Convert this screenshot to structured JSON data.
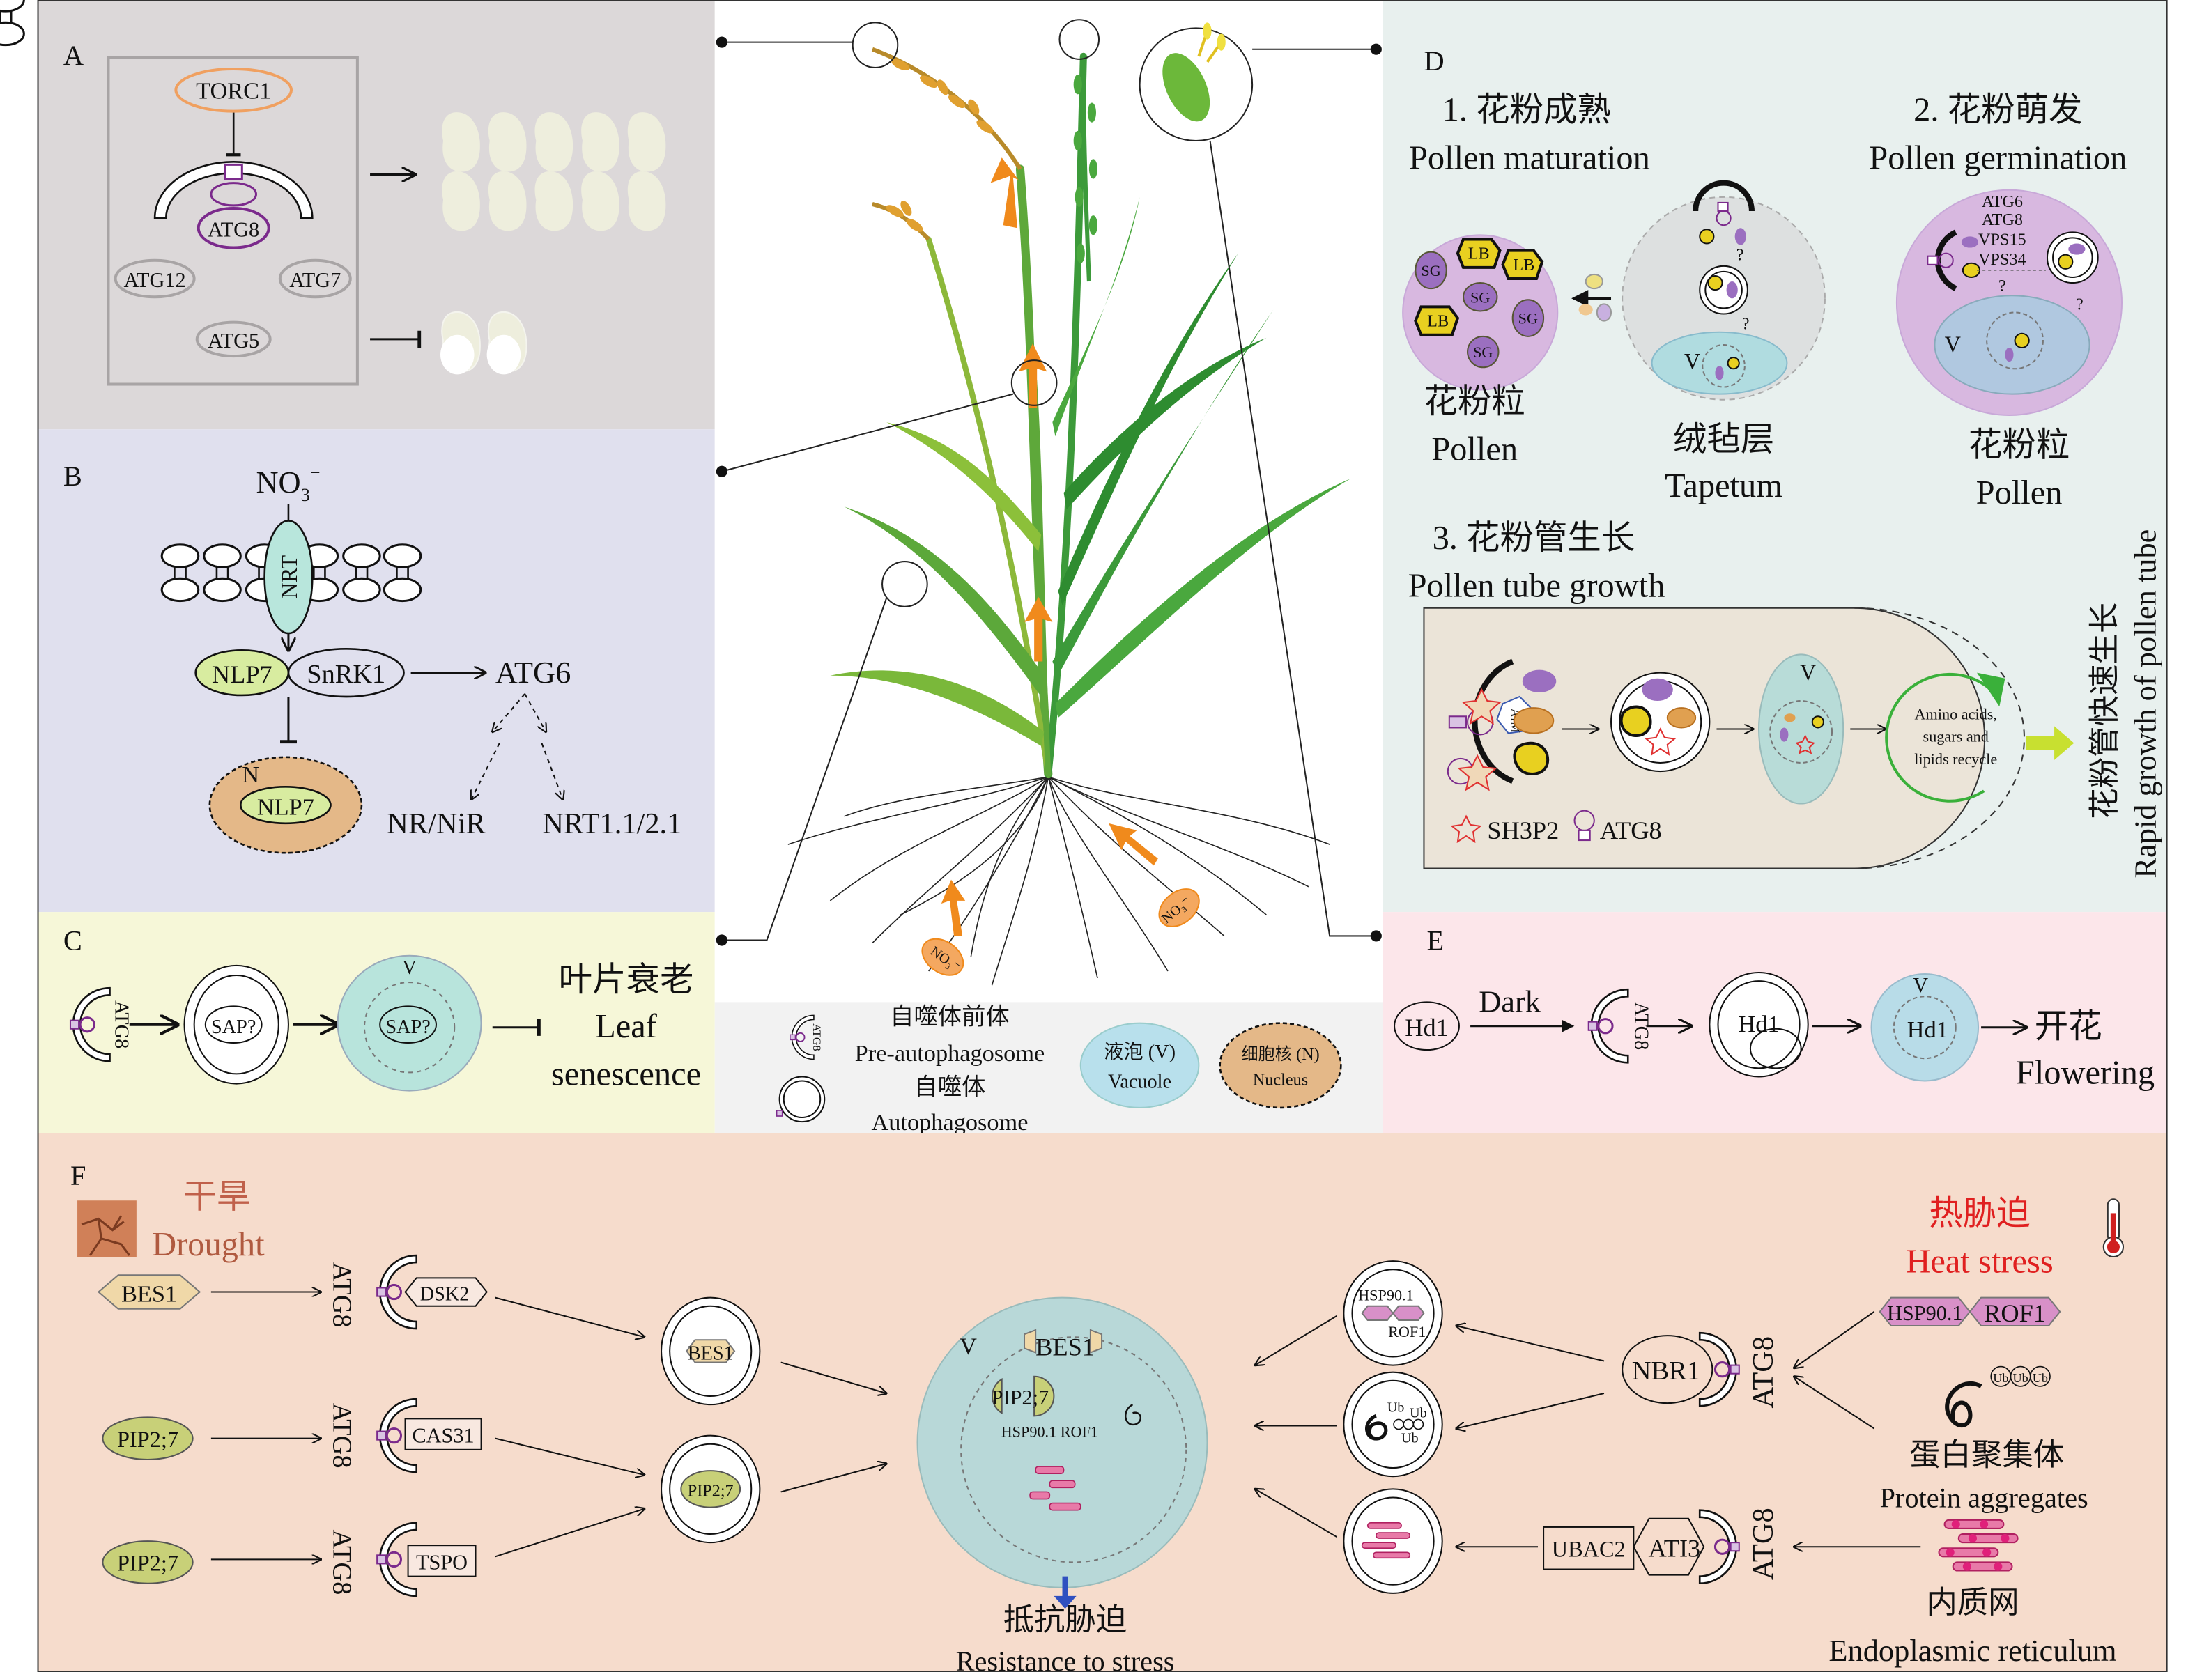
{
  "colors": {
    "panel_a_bg": "#dcd8d9",
    "panel_b_bg": "#e0e0ee",
    "panel_c_bg": "#f6f7d8",
    "panel_d_bg": "#e8f0ee",
    "panel_e_bg": "#fce6ea",
    "panel_f_bg": "#f6dccc",
    "legend_bg": "#f2f2f2",
    "vacuole": "#b8e0dc",
    "nucleus": "#e4b888",
    "atg8_purple": "#7b2a8c",
    "heat_red": "#e02020",
    "drought_brown": "#c0604a",
    "stem_arrow_orange": "#f08a1c",
    "plant_green": "#3c9a3a"
  },
  "panel_a": {
    "label": "A",
    "torc1": "TORC1",
    "atg8": "ATG8",
    "atg12": "ATG12",
    "atg7": "ATG7",
    "atg5": "ATG5",
    "icons": [
      "rice-grain-full-icon",
      "rice-grain-chalky-icon"
    ]
  },
  "panel_b": {
    "label": "B",
    "nitrate": "NO",
    "nitrate_sub": "3",
    "nitrate_sup": "−",
    "nrt": "NRT",
    "nlp7": "NLP7",
    "snrk1": "SnRK1",
    "atg6": "ATG6",
    "nucleus_label": "N",
    "nlp7_nuclear": "NLP7",
    "nr_nir": "NR/NiR",
    "nrt_targets": "NRT1.1/2.1"
  },
  "panel_c": {
    "label": "C",
    "atg8": "ATG8",
    "sap": "SAP?",
    "sap_vacuole": "SAP?",
    "vacuole": "V",
    "title_cn": "叶片衰老",
    "title_en_1": "Leaf",
    "title_en_2": "senescence"
  },
  "legend": {
    "atg8": "ATG8",
    "preautophagosome_cn": "自噬体前体",
    "preautophagosome_en": "Pre-autophagosome",
    "autophagosome_cn": "自噬体",
    "autophagosome_en": "Autophagosome",
    "vacuole_cn": "液泡 (V)",
    "vacuole_en": "Vacuole",
    "nucleus_cn": "细胞核 (N)",
    "nucleus_en": "Nucleus"
  },
  "plant": {
    "nitrate_1": "NO₃⁻",
    "nitrate_2": "NO₃⁻"
  },
  "panel_d": {
    "label": "D",
    "step1_cn": "1. 花粉成熟",
    "step1_en": "Pollen maturation",
    "step2_cn": "2. 花粉萌发",
    "step2_en": "Pollen germination",
    "step3_cn": "3. 花粉管生长",
    "step3_en": "Pollen tube growth",
    "lb": "LB",
    "sg": "SG",
    "question": "?",
    "vacuole": "V",
    "pollen_cn": "花粉粒",
    "pollen_en": "Pollen",
    "tapetum_cn": "绒毡层",
    "tapetum_en": "Tapetum",
    "pollen2_cn": "花粉粒",
    "pollen2_en": "Pollen",
    "genes": [
      "ATG6",
      "ATG8",
      "VPS15",
      "VPS34"
    ],
    "aim": "AIM",
    "recycle_1": "Amino acids,",
    "recycle_2": "sugars and",
    "recycle_3": "lipids recycle",
    "legend_sh3p2": "SH3P2",
    "legend_atg8": "ATG8",
    "rapid_cn": "花粉管快速生长",
    "rapid_en": "Rapid  growth of pollen tube"
  },
  "panel_e": {
    "label": "E",
    "hd1": "Hd1",
    "dark": "Dark",
    "atg8": "ATG8",
    "hd1_auto": "Hd1",
    "hd1_vac": "Hd1",
    "vacuole": "V",
    "flowering_cn": "开花",
    "flowering_en": "Flowering"
  },
  "panel_f": {
    "label": "F",
    "drought_cn": "干旱",
    "drought_en": "Drought",
    "bes1": "BES1",
    "pip1": "PIP2;7",
    "pip2": "PIP2;7",
    "atg8": "ATG8",
    "dsk2": "DSK2",
    "cas31": "CAS31",
    "tspo": "TSPO",
    "auto_bes1": "BES1",
    "auto_pip": "PIP2;7",
    "vacuole": "V",
    "vac_bes1": "BES1",
    "vac_pip": "PIP2;7",
    "vac_hsp": "HSP90.1 ROF1",
    "resist_cn": "抵抗胁迫",
    "resist_en": "Resistance to stress",
    "heat_cn": "热胁迫",
    "heat_en": "Heat stress",
    "hsp": "HSP90.1",
    "rof1": "ROF1",
    "auto_hsp": "HSP90.1",
    "auto_rof1": "ROF1",
    "ub": "Ub",
    "nbr1": "NBR1",
    "ubac2": "UBAC2",
    "ati3": "ATI3",
    "agg_cn": "蛋白聚集体",
    "agg_en": "Protein aggregates",
    "er_cn": "内质网",
    "er_en": "Endoplasmic reticulum",
    "icons": [
      "cracked-soil-icon",
      "thermometer-icon"
    ]
  }
}
